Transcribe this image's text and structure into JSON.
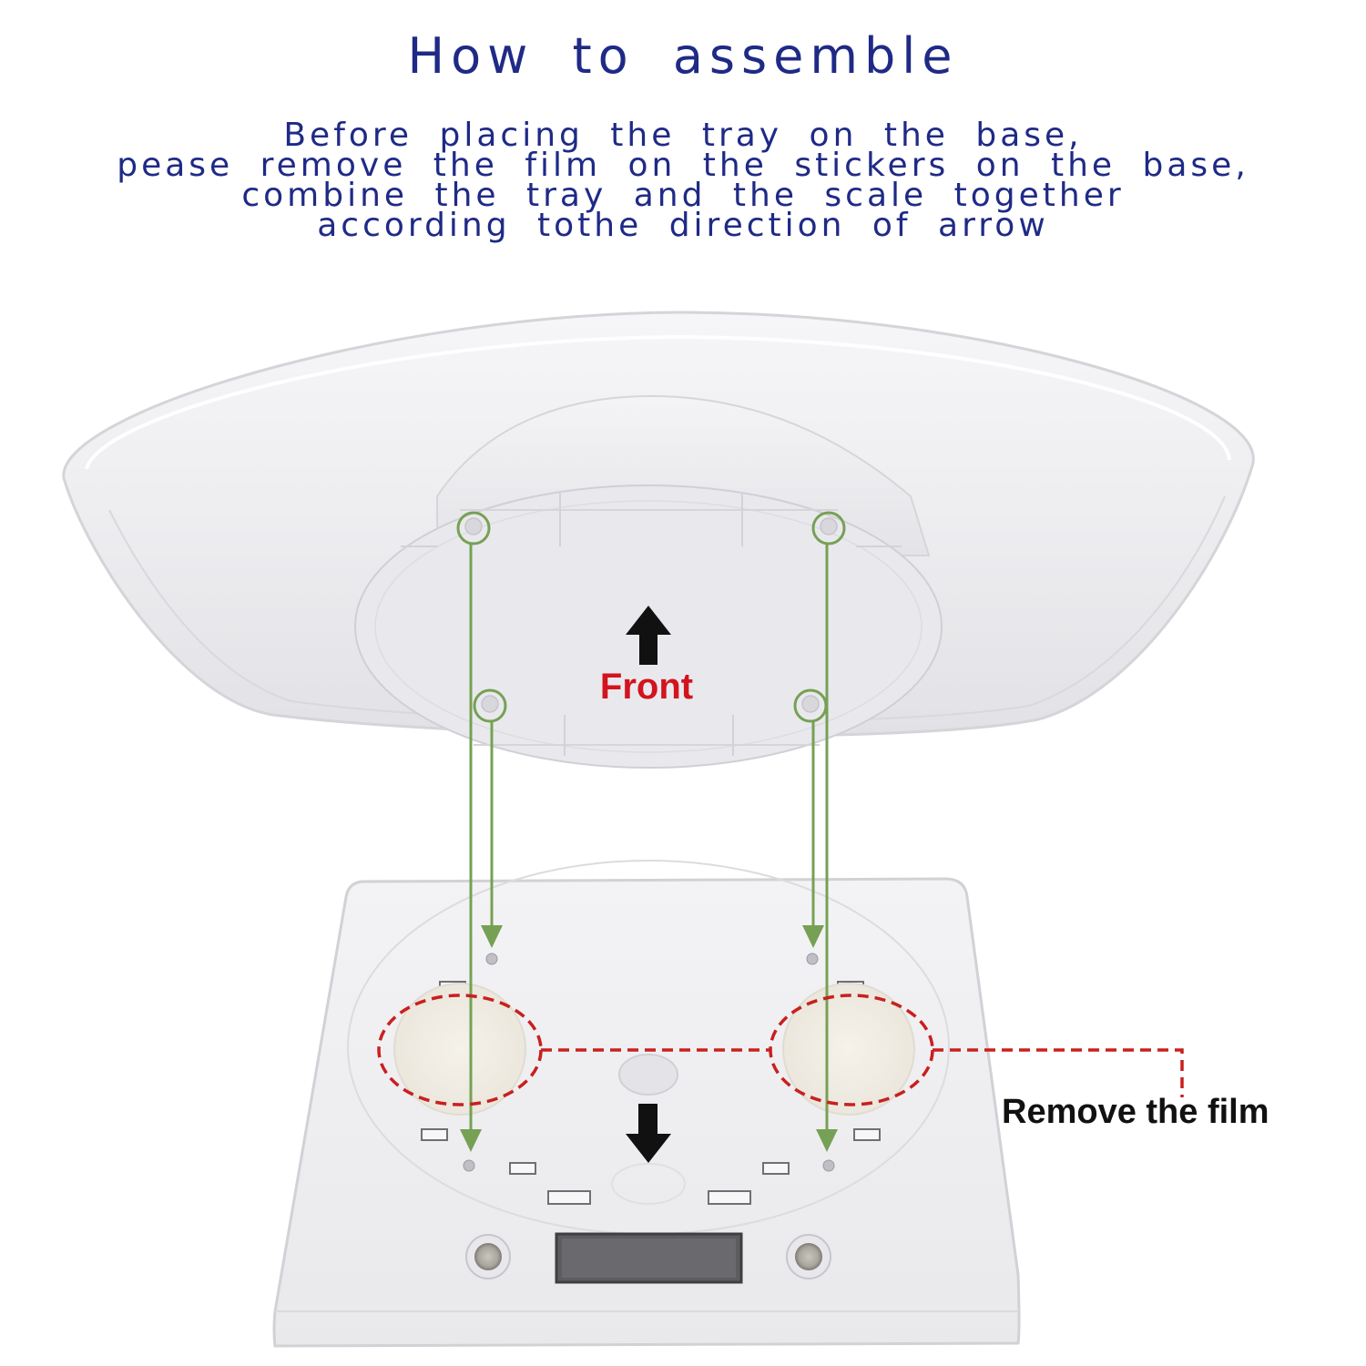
{
  "title": "How to assemble",
  "instructions": [
    "Before placing the tray on the base,",
    "pease remove the film on the stickers on the base,",
    "combine the tray and the scale together",
    "according tothe direction of arrow"
  ],
  "labels": {
    "front": "Front",
    "remove_film": "Remove the film"
  },
  "colors": {
    "text_blue": "#1f2a86",
    "guide_green": "#76a154",
    "dashed_red": "#c8201e",
    "front_red": "#d2141e"
  },
  "icons": {
    "up_arrow": "up-arrow-icon",
    "down_arrow": "down-arrow-icon"
  }
}
